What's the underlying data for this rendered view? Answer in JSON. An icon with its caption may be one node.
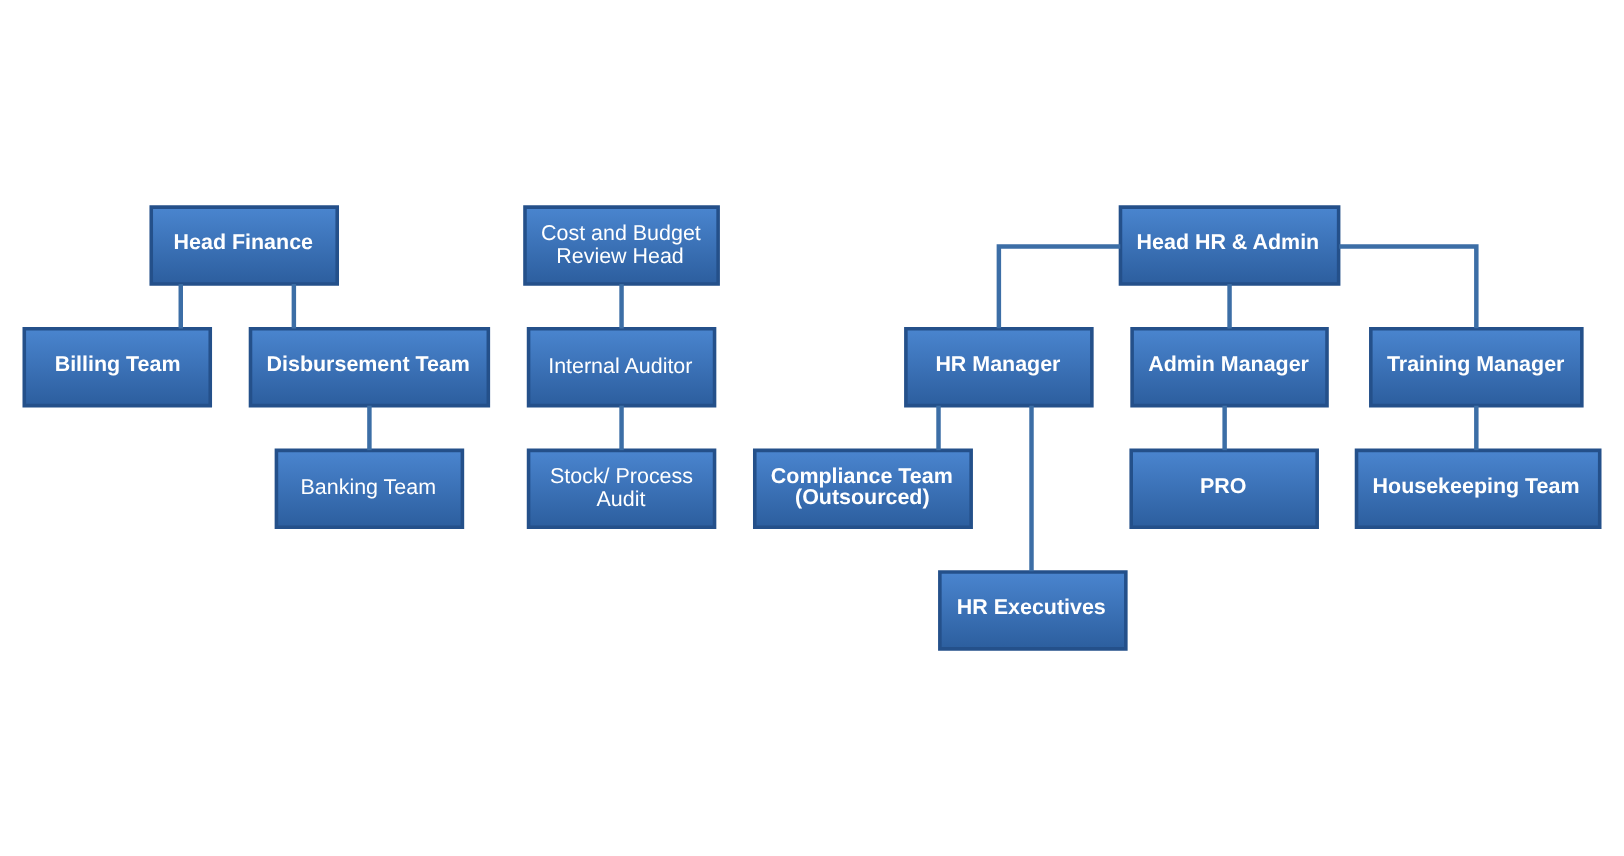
{
  "diagram": {
    "nodes": [
      {
        "text": [
          "Head Finance"
        ]
      },
      {
        "text": [
          "Billing Team"
        ]
      },
      {
        "text": [
          "Disbursement Team"
        ]
      },
      {
        "text": [
          "Banking Team"
        ]
      },
      {
        "text": [
          "Cost and Budget Review Head"
        ]
      },
      {
        "text": [
          "Internal Auditor"
        ]
      },
      {
        "text": [
          "Stock/ Process Audit"
        ]
      },
      {
        "text": [
          "Head HR & Admin"
        ]
      },
      {
        "text": [
          "HR Manager"
        ]
      },
      {
        "text": [
          "Admin Manager"
        ]
      },
      {
        "text": [
          "Training Manager"
        ]
      },
      {
        "text": [
          "Compliance Team (Outsourced)"
        ]
      },
      {
        "text": [
          "HR Executives"
        ]
      },
      {
        "text": [
          "PRO"
        ]
      },
      {
        "text": [
          "Housekeeping Team"
        ]
      }
    ],
    "edges": [
      {
        "from": 0,
        "to": 1,
        "arrow": "none"
      },
      {
        "from": 0,
        "to": 2,
        "arrow": "none"
      },
      {
        "from": 2,
        "to": 3,
        "arrow": "none"
      },
      {
        "from": 4,
        "to": 5,
        "arrow": "none"
      },
      {
        "from": 5,
        "to": 6,
        "arrow": "none"
      },
      {
        "from": 7,
        "to": 8,
        "arrow": "none"
      },
      {
        "from": 7,
        "to": 9,
        "arrow": "none"
      },
      {
        "from": 7,
        "to": 10,
        "arrow": "none"
      },
      {
        "from": 8,
        "to": 11,
        "arrow": "none"
      },
      {
        "from": 8,
        "to": 12,
        "arrow": "none"
      },
      {
        "from": 9,
        "to": 13,
        "arrow": "none"
      },
      {
        "from": 10,
        "to": 14,
        "arrow": "none"
      }
    ]
  }
}
